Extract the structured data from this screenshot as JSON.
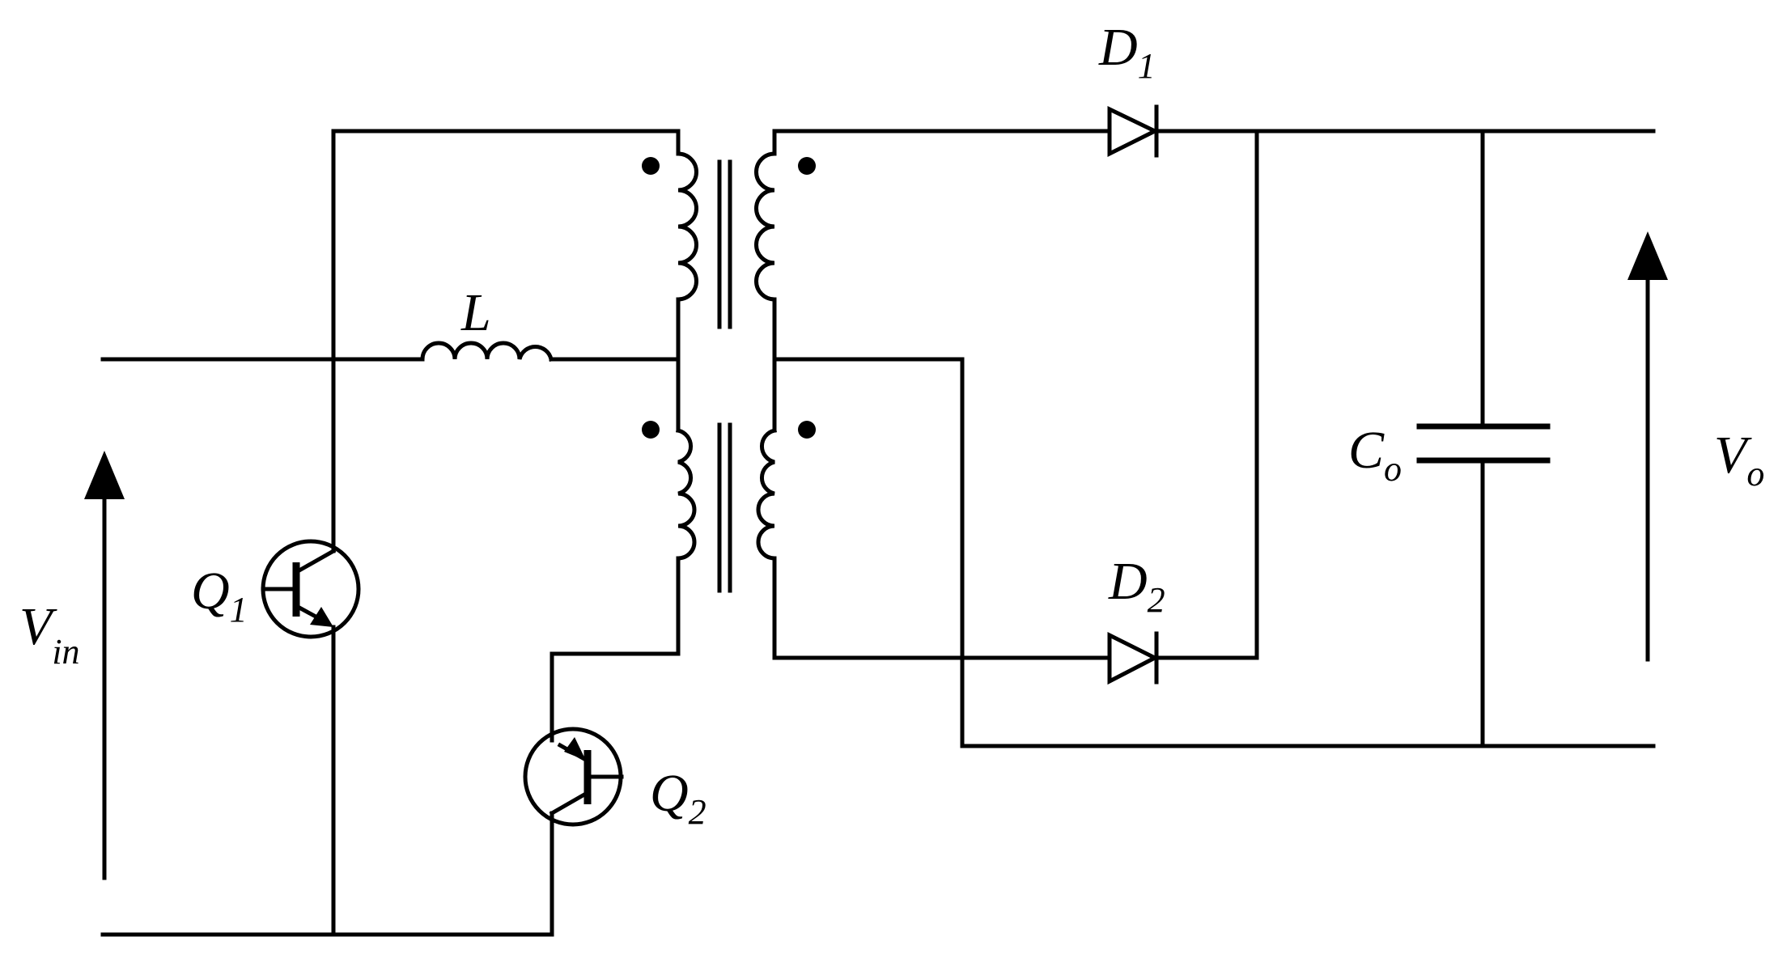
{
  "labels": {
    "vin": {
      "main": "V",
      "sub": "in"
    },
    "vo": {
      "main": "V",
      "sub": "o"
    },
    "q1": {
      "main": "Q",
      "sub": "1"
    },
    "q2": {
      "main": "Q",
      "sub": "2"
    },
    "d1": {
      "main": "D",
      "sub": "1"
    },
    "d2": {
      "main": "D",
      "sub": "2"
    },
    "co": {
      "main": "C",
      "sub": "o"
    },
    "l": {
      "main": "L"
    }
  }
}
